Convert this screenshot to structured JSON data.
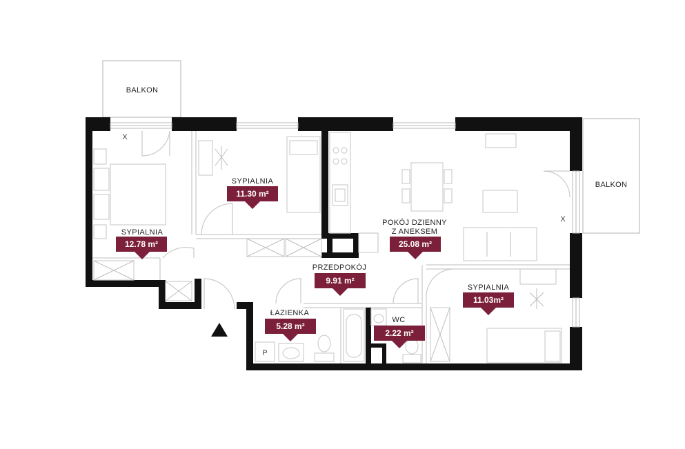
{
  "colors": {
    "badge": "#7b1f3a",
    "wall": "#111111"
  },
  "balconies": [
    {
      "id": "balkon-left",
      "label": "BALKON"
    },
    {
      "id": "balkon-right",
      "label": "BALKON"
    }
  ],
  "rooms": [
    {
      "id": "sypialnia-1",
      "name": [
        "SYPIALNIA"
      ],
      "area": "12.78 m²"
    },
    {
      "id": "sypialnia-2",
      "name": [
        "SYPIALNIA"
      ],
      "area": "11.30 m²"
    },
    {
      "id": "pokoj-dzienny",
      "name": [
        "POKÓJ DZIENNY",
        "Z ANEKSEM"
      ],
      "area": "25.08 m²"
    },
    {
      "id": "przedpokoj",
      "name": [
        "PRZEDPOKÓJ"
      ],
      "area": "9.91 m²"
    },
    {
      "id": "lazienka",
      "name": [
        "ŁAZIENKA"
      ],
      "area": "5.28 m²"
    },
    {
      "id": "wc",
      "name": [
        "WC"
      ],
      "area": "2.22 m²"
    },
    {
      "id": "sypialnia-3",
      "name": [
        "SYPIALNIA"
      ],
      "area": "11.03m²"
    }
  ],
  "marks": {
    "exit_x": "X",
    "bath_p": "P"
  }
}
